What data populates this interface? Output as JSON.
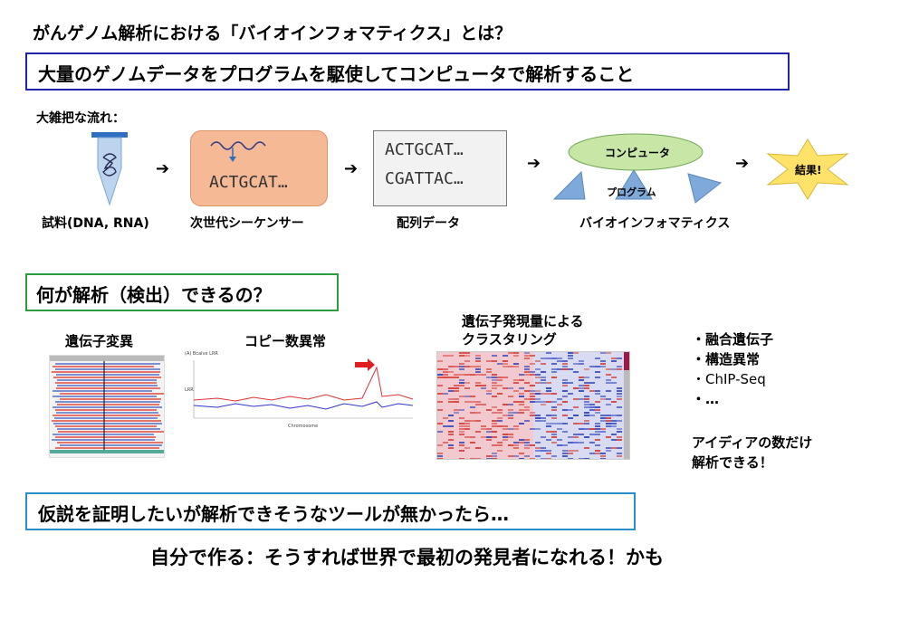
{
  "slide": {
    "title": "がんゲノム解析における「バイオインフォマティクス」とは？",
    "definition": "大量のゲノムデータをプログラムを駆使してコンピュータで解析すること",
    "flow_heading": "大雑把な流れ：",
    "flow": {
      "sample_label": "試料(DNA, RNA)",
      "sequencer_text": "ACTGCAT…",
      "sequencer_label": "次世代シーケンサー",
      "seq_line1": "ACTGCAT…",
      "seq_line2": "CGATTAC…",
      "seq_label": "配列データ",
      "computer_text": "コンピュータ",
      "program_text": "プログラム",
      "bioinfo_label": "バイオインフォマティクス",
      "result_text": "結果!"
    },
    "question": "何が解析（検出）できるの？",
    "examples": {
      "variant_title": "遺伝子変異",
      "cnv_title": "コピー数異常",
      "cluster_title_line1": "遺伝子発現量による",
      "cluster_title_line2": "クラスタリング",
      "cnv_plot_title": "(A) Bcalve LRR",
      "cnv_xlabel": "Chromosome",
      "cnv_ylabel": "LRR",
      "bullets": [
        "・融合遺伝子",
        "・構造異常",
        "・ChIP-Seq",
        "・…"
      ],
      "idea_line1": "アイディアの数だけ",
      "idea_line2": "解析できる！"
    },
    "hypothesis": "仮説を証明したいが解析できそうなツールが無かったら…",
    "conclusion": "自分で作る：そうすれば世界で最初の発見者になれる！かも"
  },
  "colors": {
    "box_blue": "#1f24a8",
    "box_green": "#2e9c3f",
    "box_cyan": "#2a8fc9",
    "sequencer_fill": "#f6b996",
    "computer_fill": "#c8e6a6",
    "triangle_fill": "#7fa9d8",
    "star_fill": "#ffe26a",
    "arrow_red": "#e02020"
  },
  "icons": {
    "tube": "test-tube-icon",
    "wave": "dna-wave-icon",
    "star": "star-burst-icon"
  }
}
